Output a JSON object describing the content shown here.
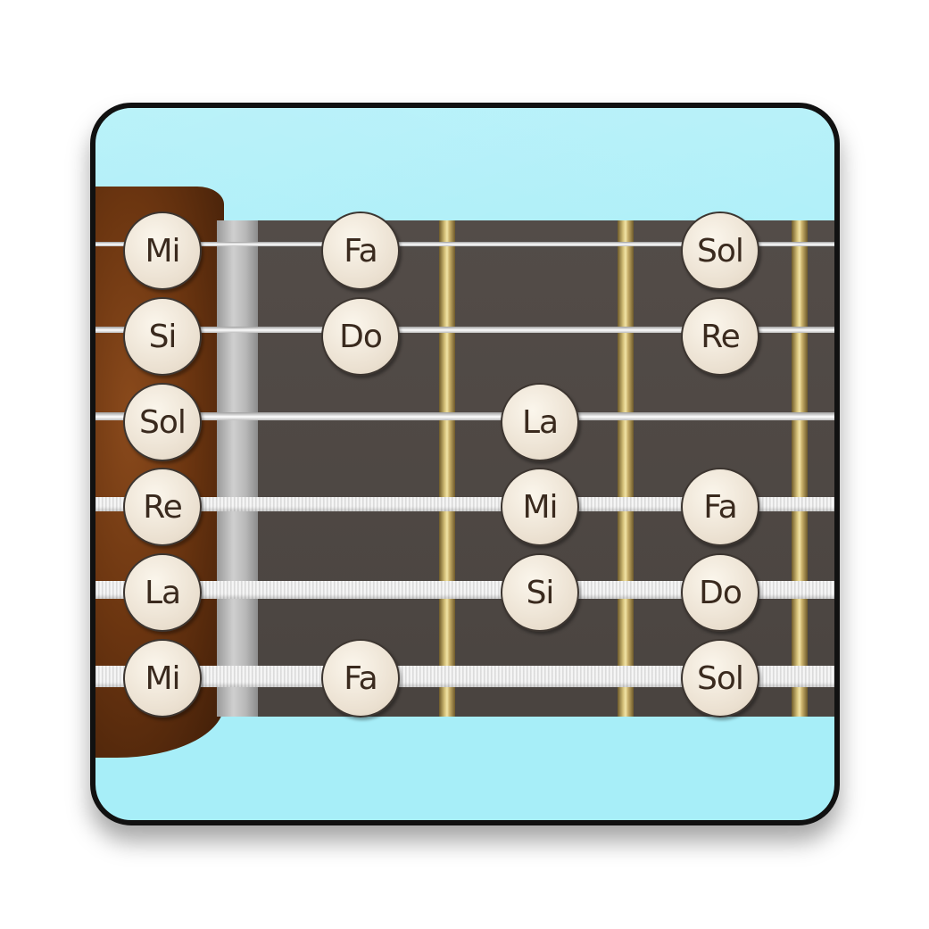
{
  "open_notes": [
    "Mi",
    "Si",
    "Sol",
    "Re",
    "La",
    "Mi"
  ],
  "fret1_notes": [
    {
      "string": 1,
      "label": "Fa"
    },
    {
      "string": 2,
      "label": "Do"
    },
    {
      "string": 6,
      "label": "Fa"
    }
  ],
  "fret2_notes": [
    {
      "string": 3,
      "label": "La"
    },
    {
      "string": 4,
      "label": "Mi"
    },
    {
      "string": 5,
      "label": "Si"
    }
  ],
  "fret3_notes": [
    {
      "string": 1,
      "label": "Sol"
    },
    {
      "string": 2,
      "label": "Re"
    },
    {
      "string": 4,
      "label": "Fa"
    },
    {
      "string": 5,
      "label": "Do"
    },
    {
      "string": 6,
      "label": "Sol"
    }
  ],
  "colors": {
    "background": "#a7eef8",
    "fretboard": "#4e4844",
    "headstock": "#6b3510",
    "note_fill": "#eee4d4",
    "note_text": "#3a2a1e"
  }
}
